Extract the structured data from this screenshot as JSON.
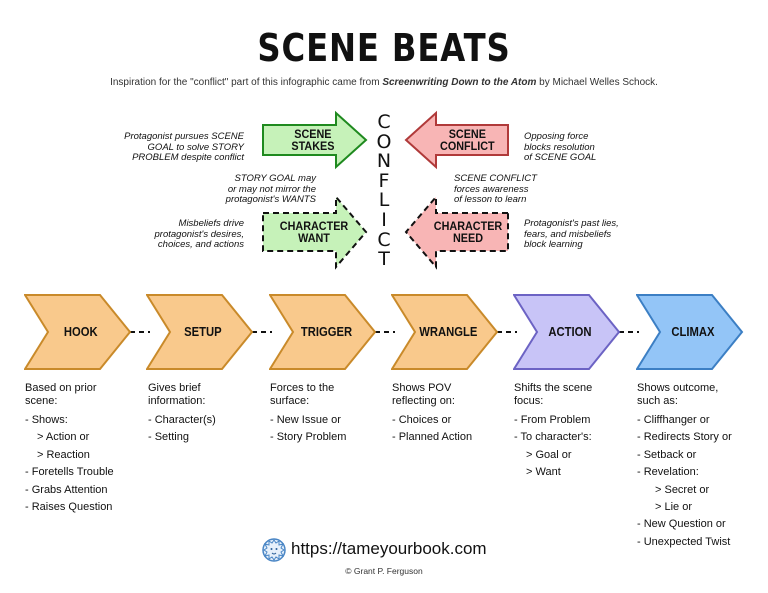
{
  "title": "SCENE BEATS",
  "subtitle": {
    "prefix": "Inspiration for the \"conflict\" part of this infographic came from ",
    "book": "Screenwriting Down to the Atom",
    "suffix": " by Michael Welles Schock."
  },
  "conflict_letters": [
    "C",
    "O",
    "N",
    "F",
    "L",
    "I",
    "C",
    "T"
  ],
  "arrows": {
    "scene_stakes": {
      "line1": "SCENE",
      "line2": "STAKES"
    },
    "scene_conflict": {
      "line1": "SCENE",
      "line2": "CONFLICT"
    },
    "character_want": {
      "line1": "CHARACTER",
      "line2": "WANT"
    },
    "character_need": {
      "line1": "CHARACTER",
      "line2": "NEED"
    }
  },
  "notes": {
    "stakes": [
      "Protagonist pursues SCENE",
      "GOAL to solve STORY",
      "PROBLEM despite conflict"
    ],
    "story_goal": [
      "STORY GOAL may",
      "or may not mirror the",
      "protagonist's WANTS"
    ],
    "misbeliefs": [
      "Misbeliefs drive",
      "protagonist's desires,",
      "choices, and actions"
    ],
    "opposing": [
      "Opposing force",
      "blocks resolution",
      "of SCENE GOAL"
    ],
    "scene_conflict": [
      "SCENE CONFLICT",
      "forces awareness",
      "of lesson to learn"
    ],
    "past_lies": [
      "Protagonist's past lies,",
      "fears, and misbeliefs",
      "block learning"
    ]
  },
  "colors": {
    "green_fill": "#c6f2b9",
    "green_stroke": "#1f8a1f",
    "pink_fill": "#f8b5b5",
    "pink_stroke": "#b03a3a",
    "orange_fill": "#f9c98c",
    "orange_stroke": "#c98a2a",
    "purple_fill": "#c8c4f7",
    "purple_stroke": "#6c63c4",
    "blue_fill": "#93c5f7",
    "blue_stroke": "#3c7fc4"
  },
  "beats": [
    {
      "label": "HOOK",
      "heading": [
        "Based on prior",
        "scene:"
      ],
      "items": [
        {
          "text": "- Shows:",
          "level": 1
        },
        {
          "text": "> Action or",
          "level": 2
        },
        {
          "text": "> Reaction",
          "level": 2
        },
        {
          "text": "- Foretells Trouble",
          "level": 1
        },
        {
          "text": "- Grabs Attention",
          "level": 1
        },
        {
          "text": "- Raises Question",
          "level": 1
        }
      ]
    },
    {
      "label": "SETUP",
      "heading": [
        "Gives brief",
        "information:"
      ],
      "items": [
        {
          "text": "- Character(s)",
          "level": 1
        },
        {
          "text": "- Setting",
          "level": 1
        }
      ]
    },
    {
      "label": "TRIGGER",
      "heading": [
        "Forces to the",
        "surface:"
      ],
      "items": [
        {
          "text": "- New Issue or",
          "level": 1
        },
        {
          "text": "- Story Problem",
          "level": 1
        }
      ]
    },
    {
      "label": "WRANGLE",
      "heading": [
        "Shows POV",
        "reflecting on:"
      ],
      "items": [
        {
          "text": "- Choices or",
          "level": 1
        },
        {
          "text": "- Planned Action",
          "level": 1
        }
      ]
    },
    {
      "label": "ACTION",
      "heading": [
        "Shifts the scene",
        "focus:"
      ],
      "items": [
        {
          "text": "- From Problem",
          "level": 1
        },
        {
          "text": "- To character's:",
          "level": 1
        },
        {
          "text": "> Goal or",
          "level": 2
        },
        {
          "text": "> Want",
          "level": 2
        }
      ]
    },
    {
      "label": "CLIMAX",
      "heading": [
        "Shows outcome,",
        "such as:"
      ],
      "items": [
        {
          "text": "- Cliffhanger or",
          "level": 1
        },
        {
          "text": "- Redirects Story or",
          "level": 1
        },
        {
          "text": "- Setback or",
          "level": 1
        },
        {
          "text": "- Revelation:",
          "level": 1
        },
        {
          "text": "> Secret or",
          "level": 3
        },
        {
          "text": "> Lie or",
          "level": 3
        },
        {
          "text": "- New Question or",
          "level": 1
        },
        {
          "text": "- Unexpected Twist",
          "level": 1
        }
      ]
    }
  ],
  "footer": {
    "url": "https://tameyourbook.com",
    "copyright": "© Grant P. Ferguson",
    "logo_icon": "lion-head-icon"
  }
}
